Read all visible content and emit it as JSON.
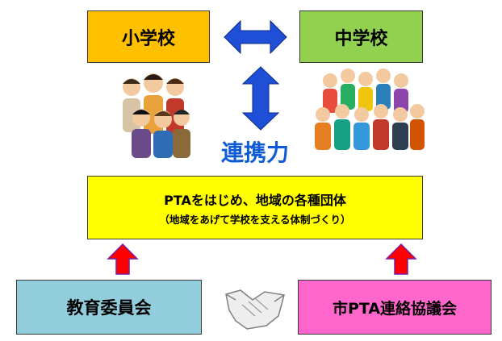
{
  "top": {
    "elementary": "小学校",
    "junior_high": "中学校"
  },
  "center": {
    "collaboration": "連携力"
  },
  "organizations": {
    "title": "PTAをはじめ、地域の各種団体",
    "subtitle": "（地域をあげて学校を支える体制づくり）"
  },
  "bottom": {
    "board_of_education": "教育委員会",
    "city_pta": "市PTA連絡協議会"
  },
  "colors": {
    "elementary": "#ffc000",
    "junior_high": "#92d050",
    "organizations": "#ffff00",
    "board_of_education": "#92cddc",
    "city_pta": "#ff66cc",
    "blue_arrows": "#1f4fd6",
    "red_arrows": "#ff0000"
  },
  "icons": {
    "left_group": "teachers-group-illustration",
    "right_group": "students-group-illustration",
    "handshake": "handshake-icon"
  }
}
